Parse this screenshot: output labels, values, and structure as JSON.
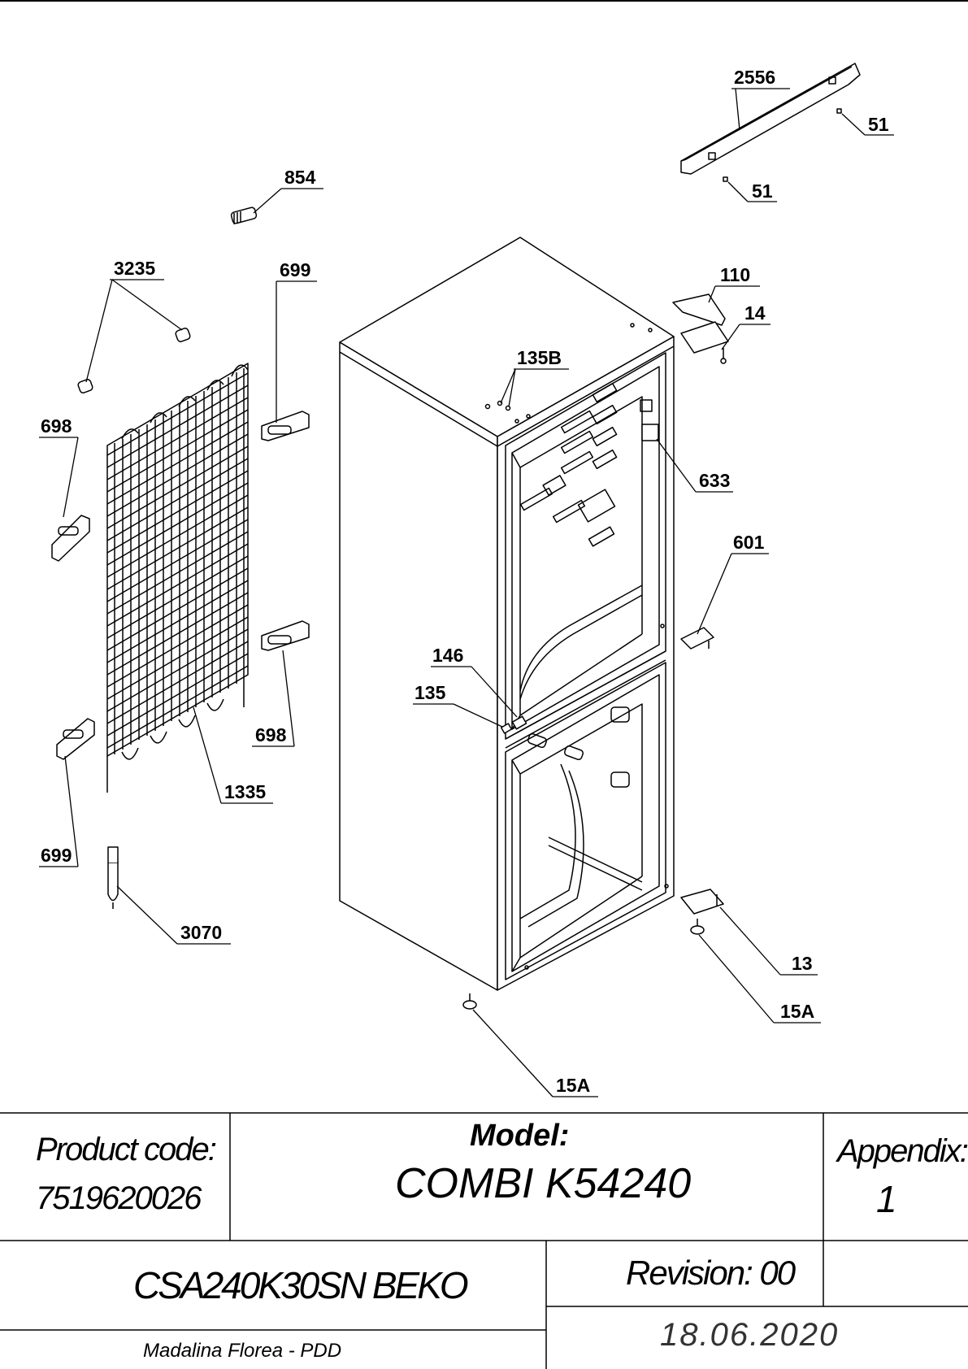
{
  "callouts": {
    "c2556": "2556",
    "c51a": "51",
    "c51b": "51",
    "c854": "854",
    "c3235": "3235",
    "c699a": "699",
    "c110": "110",
    "c14": "14",
    "c135b": "135B",
    "c698a": "698",
    "c633": "633",
    "c601": "601",
    "c146": "146",
    "c135": "135",
    "c698b": "698",
    "c1335": "1335",
    "c699b": "699",
    "c3070": "3070",
    "c13": "13",
    "c15a1": "15A",
    "c15a2": "15A"
  },
  "title_block": {
    "product_code_label": "Product code:",
    "product_code_value": "7519620026",
    "model_label": "Model:",
    "model_value": "COMBI K54240",
    "appendix_label": "Appendix:",
    "appendix_value": "1",
    "variant": "CSA240K30SN BEKO",
    "revision": "Revision: 00",
    "author": "Madalina Florea - PDD",
    "date": "18.06.2020"
  }
}
